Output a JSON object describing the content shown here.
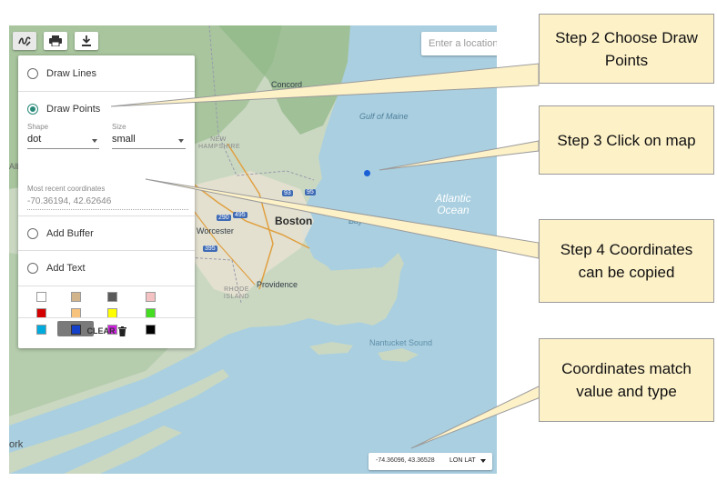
{
  "toolbar": {
    "draw_icon": "freehand-draw-icon",
    "print_icon": "printer-icon",
    "download_icon": "download-icon"
  },
  "search": {
    "placeholder": "Enter a location"
  },
  "map_labels": {
    "concord": "Concord",
    "gulf_of_maine": "Gulf of Maine",
    "new_hampshire": "NEW\nHAMPSHIRE",
    "boston": "Boston",
    "worcester": "Worcester",
    "providence": "Providence",
    "rhode_island": "RHODE\nISLAND",
    "bay": "Bay",
    "atlantic": "Atlantic",
    "ocean": "Ocean",
    "nantucket_sound": "Nantucket Sound",
    "alba": "Alba",
    "york": "ork",
    "highway_93": "93",
    "highway_290": "290",
    "highway_495": "495",
    "highway_395": "395",
    "highway_95": "95"
  },
  "panel": {
    "options": [
      {
        "label": "Draw Lines",
        "selected": false
      },
      {
        "label": "Draw Points",
        "selected": true
      },
      {
        "label": "Add Buffer",
        "selected": false
      },
      {
        "label": "Add Text",
        "selected": false
      }
    ],
    "shape_label": "Shape",
    "shape_value": "dot",
    "size_label": "Size",
    "size_value": "small",
    "coords_label": "Most recent coordinates",
    "coords_value": "-70.36194, 42.62646",
    "swatches": [
      "#ffffff",
      "#d2b48c",
      "#5a5a5a",
      "#f4c2c2",
      "#d40000",
      "#f7c27b",
      "#ffff00",
      "#44dd22",
      "#00aadd",
      "#1540c8",
      "#cc22dd",
      "#000000"
    ],
    "selected_swatch": "#1540c8",
    "clear_label": "CLEAR",
    "clear_icon": "trash-icon",
    "selected_option_color": "#2a8a7a"
  },
  "coordbar": {
    "value": "-74.36096, 43.36528",
    "type": "LON LAT"
  },
  "drawn_point_color": "#1a5fd6",
  "callouts": [
    {
      "text": "Step 2 Choose Draw Points"
    },
    {
      "text": "Step 3 Click on map"
    },
    {
      "text": "Step 4 Coordinates can be copied"
    },
    {
      "text": "Coordinates match value and type"
    }
  ],
  "callout_color": "#fdf1c8"
}
